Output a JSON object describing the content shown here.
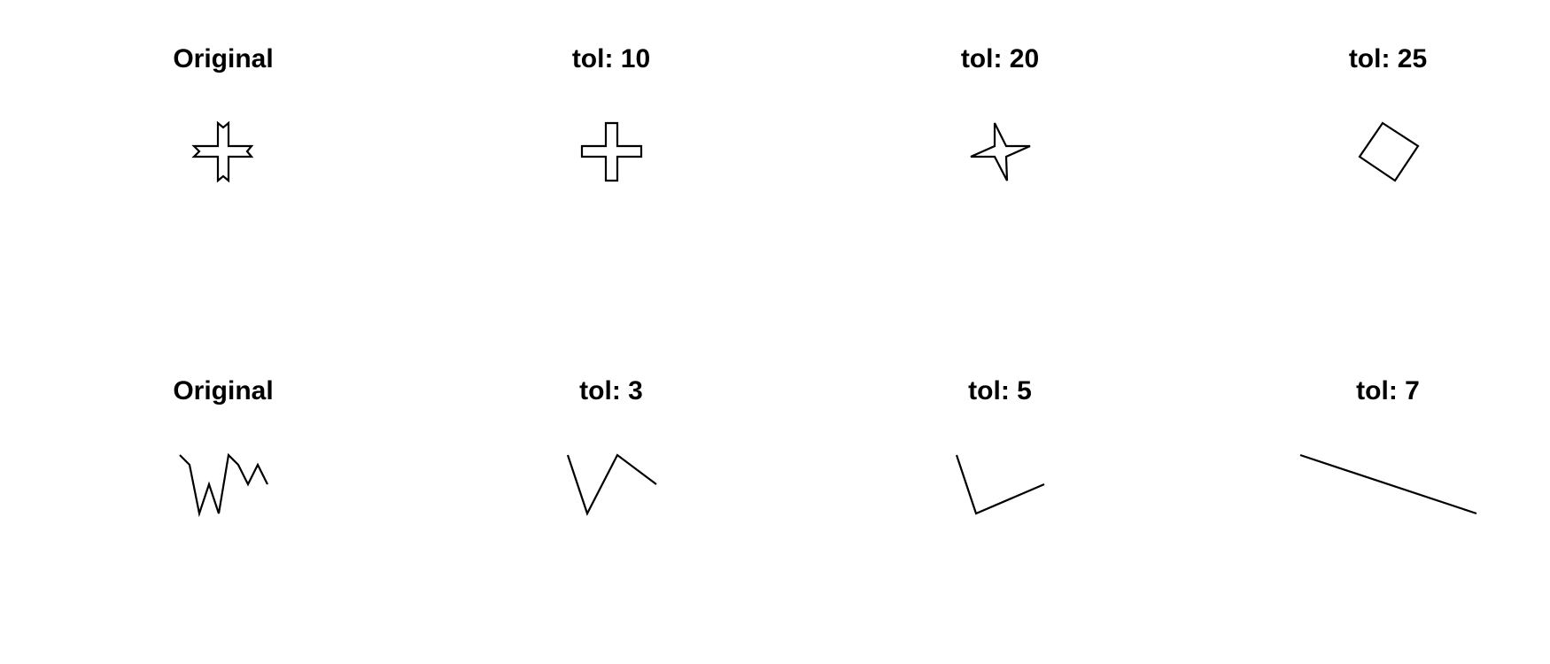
{
  "rows": [
    {
      "panels": [
        {
          "title": "Original",
          "shape": "polygon"
        },
        {
          "title": "tol: 10",
          "shape": "polygon"
        },
        {
          "title": "tol: 20",
          "shape": "polygon"
        },
        {
          "title": "tol: 25",
          "shape": "polygon"
        }
      ]
    },
    {
      "panels": [
        {
          "title": "Original",
          "shape": "polyline"
        },
        {
          "title": "tol: 3",
          "shape": "polyline"
        },
        {
          "title": "tol: 5",
          "shape": "polyline"
        },
        {
          "title": "tol: 7",
          "shape": "polyline"
        }
      ]
    }
  ]
}
